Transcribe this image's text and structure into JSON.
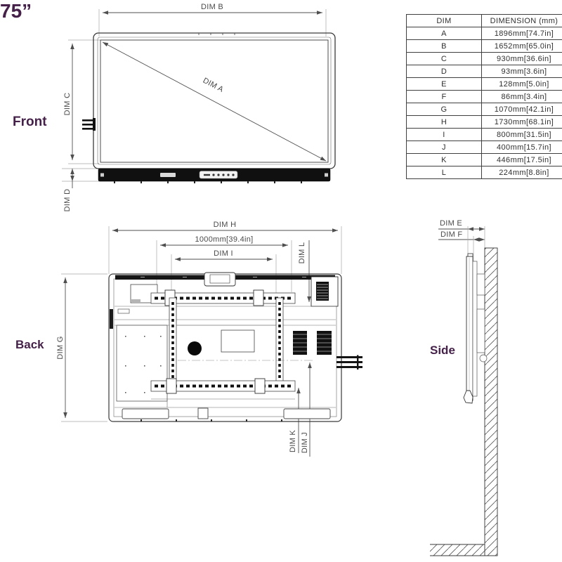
{
  "title": {
    "size_label": "75”"
  },
  "colors": {
    "accent": "#45214a",
    "line": "#3a3a3a",
    "dim_text": "#4a4a4a",
    "dark_fill": "#111111"
  },
  "views": {
    "front": {
      "label": "Front",
      "dim_top": "DIM B",
      "dim_left": "DIM C",
      "dim_diagonal": "DIM A",
      "dim_bottom": "DIM D"
    },
    "back": {
      "label": "Back",
      "dim_width": "DIM H",
      "dim_mount_width": "1000mm[39.4in]",
      "dim_vesa_width": "DIM I",
      "dim_top_offset": "DIM L",
      "dim_height": "DIM G",
      "dim_bracket": "DIM K",
      "dim_vesa_height": "DIM J"
    },
    "side": {
      "label": "Side",
      "dim_depth_total": "DIM E",
      "dim_depth_mount": "DIM F"
    }
  },
  "table": {
    "headers": [
      "DIM",
      "DIMENSION (mm)"
    ],
    "rows": [
      [
        "A",
        "1896mm[74.7in]"
      ],
      [
        "B",
        "1652mm[65.0in]"
      ],
      [
        "C",
        "930mm[36.6in]"
      ],
      [
        "D",
        "93mm[3.6in]"
      ],
      [
        "E",
        "128mm[5.0in]"
      ],
      [
        "F",
        "86mm[3.4in]"
      ],
      [
        "G",
        "1070mm[42.1in]"
      ],
      [
        "H",
        "1730mm[68.1in]"
      ],
      [
        "I",
        "800mm[31.5in]"
      ],
      [
        "J",
        "400mm[15.7in]"
      ],
      [
        "K",
        "446mm[17.5in]"
      ],
      [
        "L",
        "224mm[8.8in]"
      ]
    ]
  }
}
